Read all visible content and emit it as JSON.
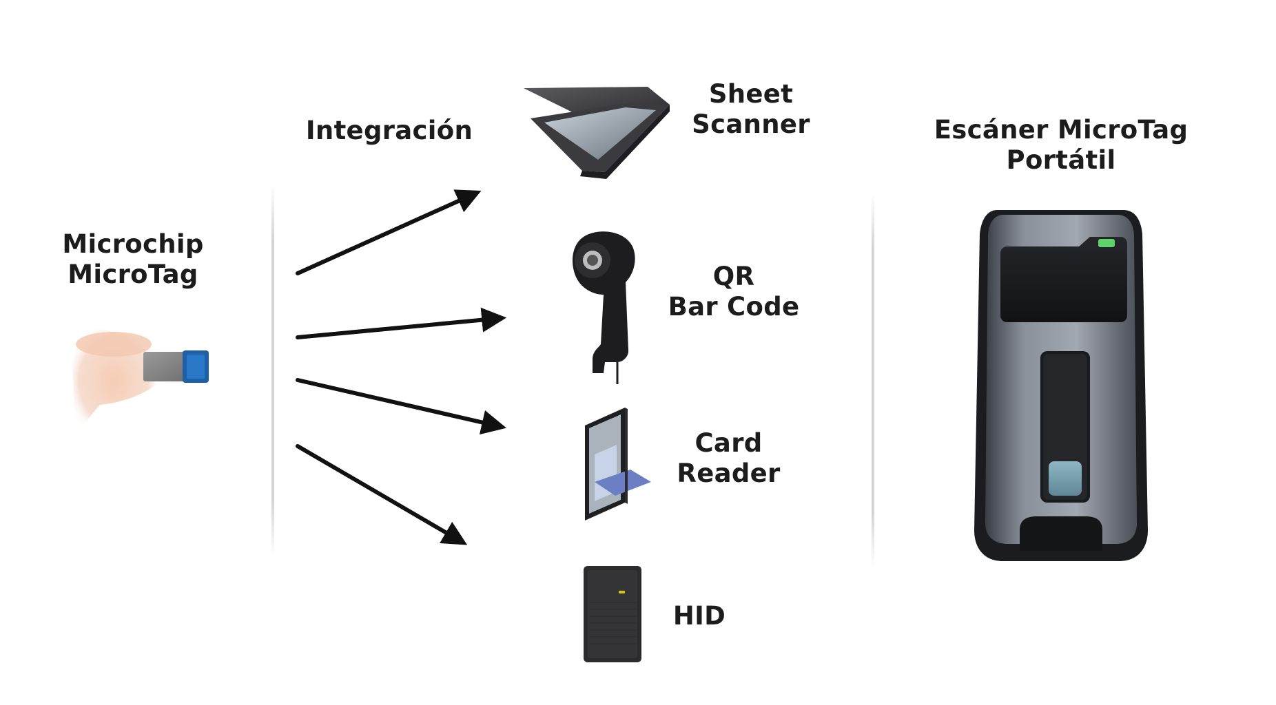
{
  "source": {
    "title_line1": "Microchip",
    "title_line2": "MicroTag"
  },
  "integration": {
    "title": "Integración"
  },
  "devices": [
    {
      "line1": "Sheet",
      "line2": "Scanner",
      "icon": "sheet-scanner-icon"
    },
    {
      "line1": "QR",
      "line2": "Bar Code",
      "icon": "barcode-scanner-icon"
    },
    {
      "line1": "Card",
      "line2": "Reader",
      "icon": "card-reader-icon"
    },
    {
      "line1": "HID",
      "icon": "hid-reader-icon"
    }
  ],
  "portable": {
    "title_line1": "Escáner MicroTag",
    "title_line2": "Portátil",
    "indicator_color": "#5fd36a"
  }
}
